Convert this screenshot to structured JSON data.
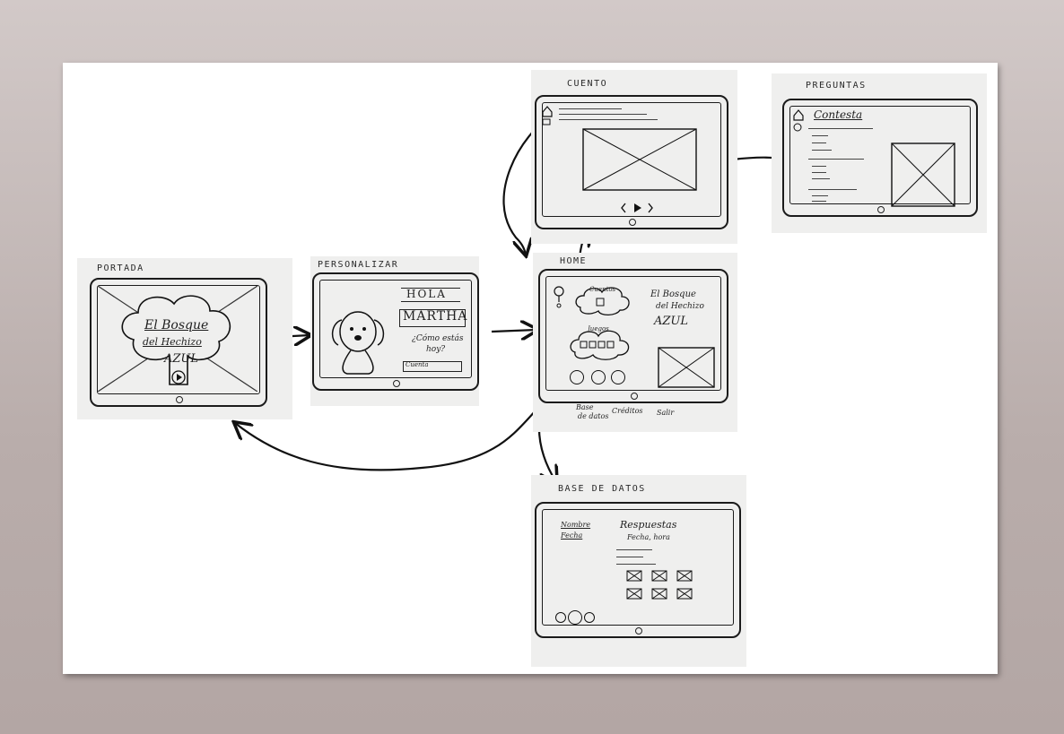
{
  "screens": {
    "portada": {
      "title": "PORTADA",
      "heading_line1": "El Bosque",
      "heading_line2": "del Hechizo",
      "heading_line3": "AZUL"
    },
    "personalizar": {
      "title": "PERSONALIZAR",
      "greeting": "HOLA",
      "name": "MARTHA",
      "question_line1": "¿Cómo estás",
      "question_line2": "hoy?",
      "input_value": "Cuenta"
    },
    "home": {
      "title": "HOME",
      "brand_line1": "El Bosque",
      "brand_line2": "del Hechizo",
      "brand_line3": "AZUL",
      "cloud1_label": "Cuentos",
      "cloud2_label": "Juegos",
      "nav_label1_line1": "Base",
      "nav_label1_line2": "de datos",
      "nav_label2": "Créditos",
      "nav_label3": "Salir"
    },
    "cuento": {
      "title": "CUENTO"
    },
    "preguntas": {
      "title": "PREGUNTAS",
      "heading": "Contesta"
    },
    "base_datos": {
      "title": "BASE DE DATOS",
      "side_item1": "Nombre",
      "side_item2": "Fecha",
      "heading": "Respuestas",
      "subheading": "Fecha, hora"
    }
  }
}
